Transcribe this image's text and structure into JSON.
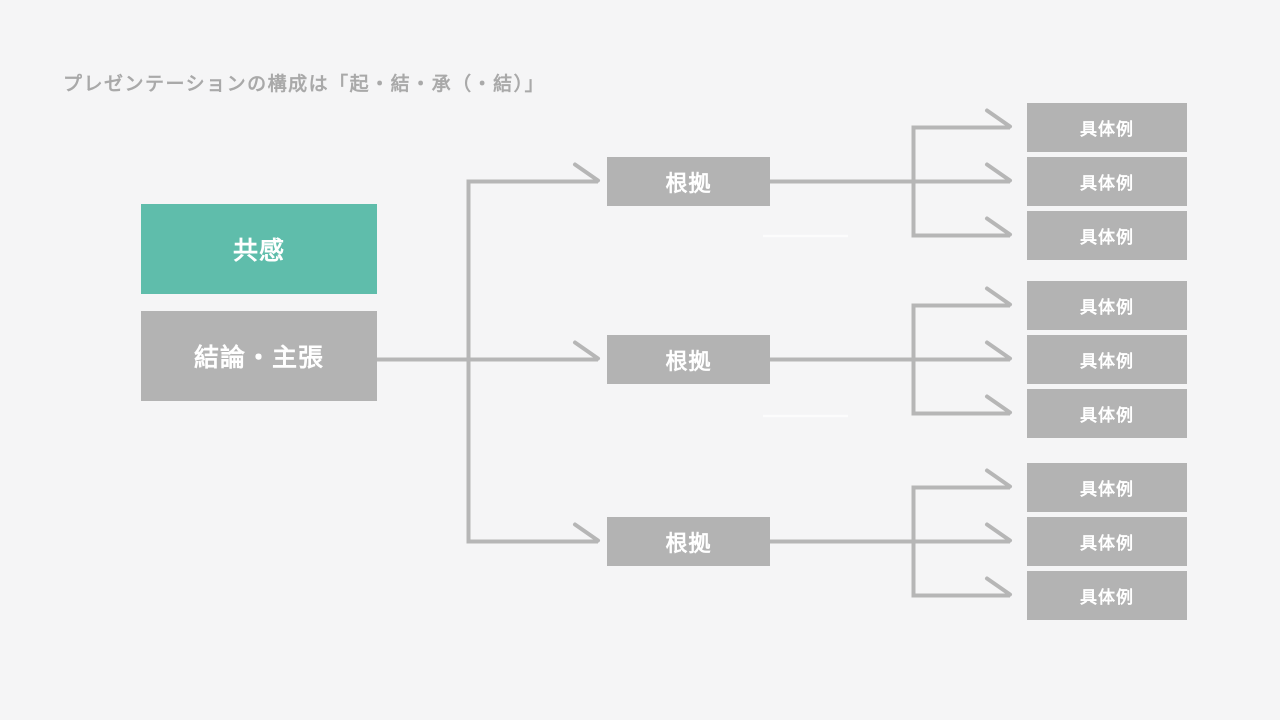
{
  "title": "プレゼンテーションの構成は「起・結・承（・結）」",
  "colors": {
    "background": "#F5F5F6",
    "accent_teal": "#5FBDAB",
    "box_gray": "#B3B3B3",
    "line_gray": "#B6B6B6",
    "title_gray": "#A9A9A9",
    "box_text": "#FFFFFF",
    "ghost_line": "#FDFDFD"
  },
  "diagram": {
    "empathy_label": "共感",
    "conclusion_label": "結論・主張",
    "groups": [
      {
        "reason": "根拠",
        "examples": [
          "具体例",
          "具体例",
          "具体例"
        ]
      },
      {
        "reason": "根拠",
        "examples": [
          "具体例",
          "具体例",
          "具体例"
        ]
      },
      {
        "reason": "根拠",
        "examples": [
          "具体例",
          "具体例",
          "具体例"
        ]
      }
    ]
  }
}
